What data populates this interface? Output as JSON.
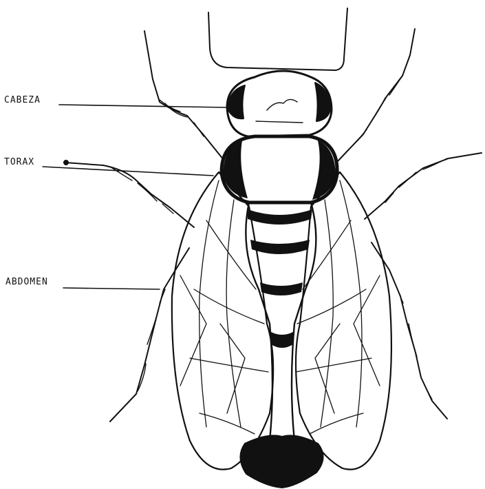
{
  "labels": {
    "head": "CABEZA",
    "thorax": "TORAX",
    "abdomen": "ABDOMEN"
  },
  "colors": {
    "ink": "#111111",
    "paper": "#ffffff"
  }
}
